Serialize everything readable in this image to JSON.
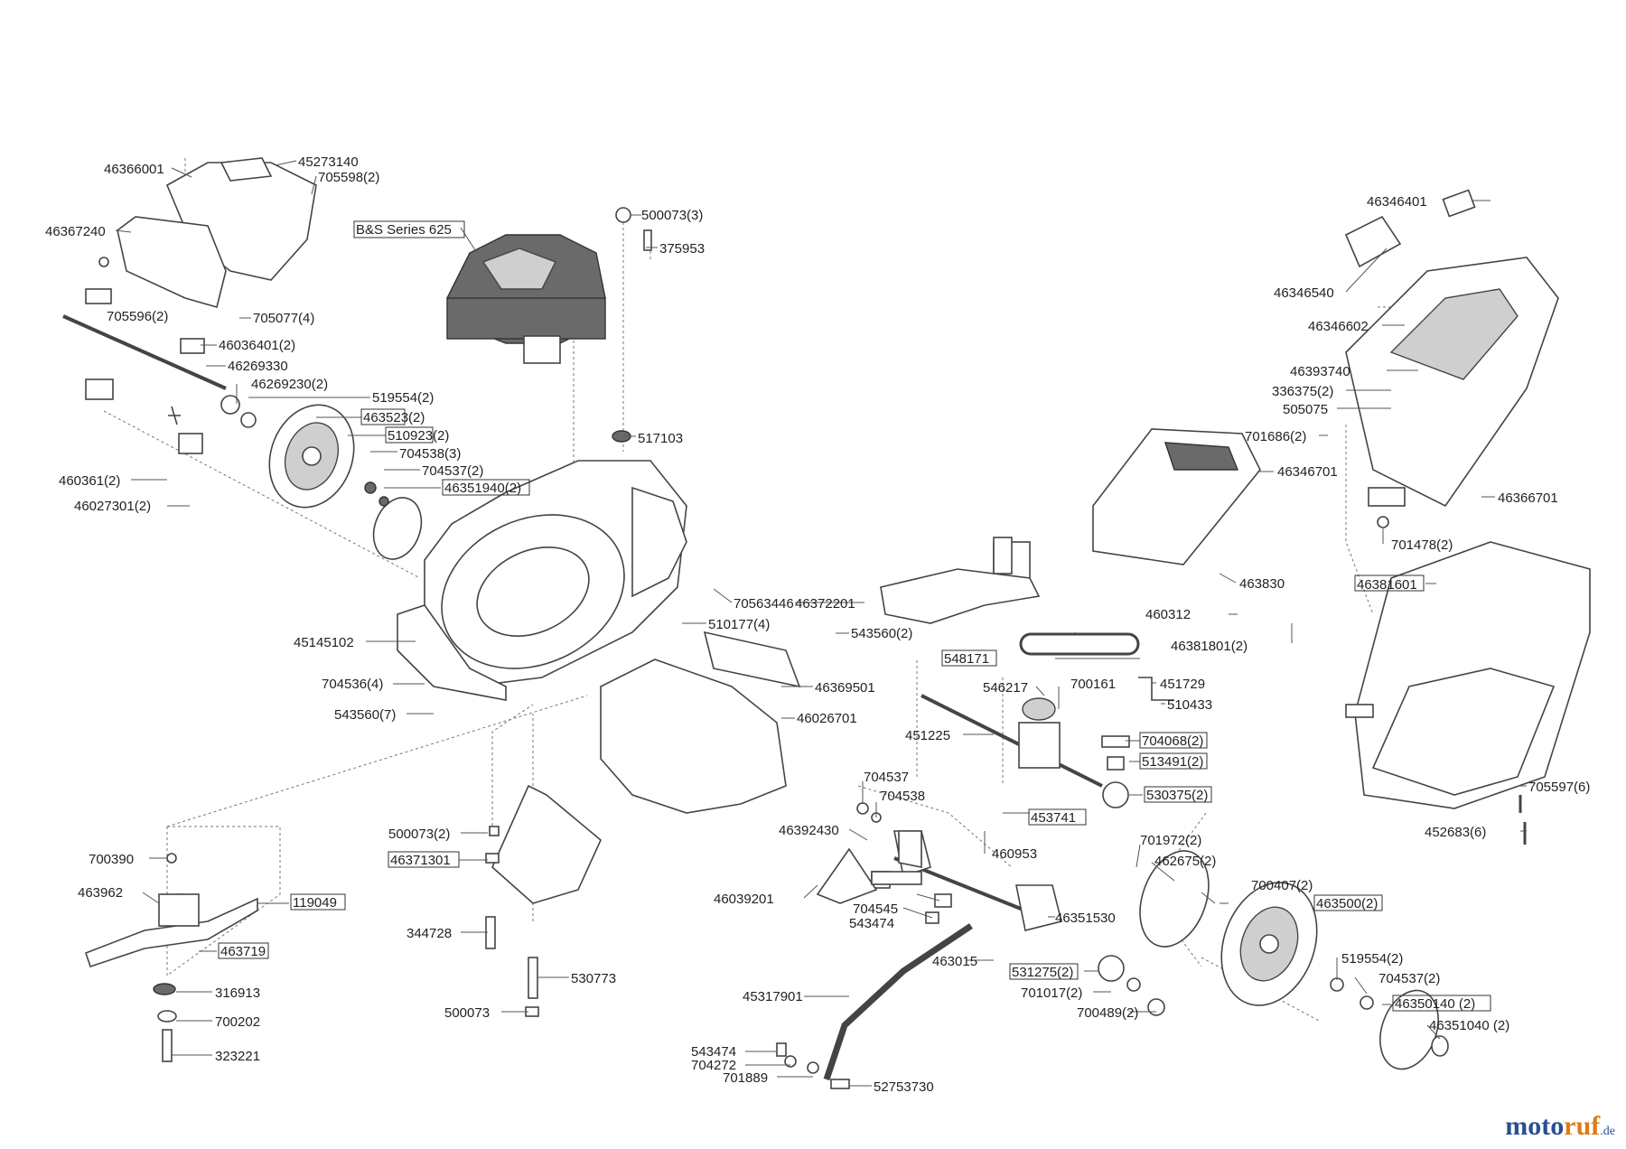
{
  "diagram": {
    "engine_label": "B&S Series 625",
    "labels": {
      "p46366001": "46366001",
      "p45273140": "45273140",
      "p705598": "705598(2)",
      "p46367240": "46367240",
      "p500073_3": "500073(3)",
      "p375953": "375953",
      "p705596": "705596(2)",
      "p705077": "705077(4)",
      "p46036401": "46036401(2)",
      "p46269330": "46269330",
      "p46269230": "46269230(2)",
      "p519554a": "519554(2)",
      "p463523": "463523(2)",
      "p510923": "510923(2)",
      "p704538_3": "704538(3)",
      "p704537a": "704537(2)",
      "p46351940": "46351940(2)",
      "p460361": "460361(2)",
      "p46027301": "46027301(2)",
      "p517103": "517103",
      "p70563446": "70563446",
      "p46372201": "46372201",
      "p510177": "510177(4)",
      "p543560_2": "543560(2)",
      "p45145102": "45145102",
      "p704536": "704536(4)",
      "p543560_7": "543560(7)",
      "p46369501": "46369501",
      "p46026701": "46026701",
      "p46346401": "46346401",
      "p46346540": "46346540",
      "p46346602": "46346602",
      "p46393740": "46393740",
      "p336375": "336375(2)",
      "p505075": "505075",
      "p701686": "701686(2)",
      "p46346701": "46346701",
      "p46366701": "46366701",
      "p701478": "701478(2)",
      "p463830": "463830",
      "p46381601": "46381601",
      "p460312": "460312",
      "p46381801": "46381801(2)",
      "p548171": "548171",
      "p546217": "546217",
      "p700161": "700161",
      "p451729": "451729",
      "p510433": "510433",
      "p451225": "451225",
      "p704068": "704068(2)",
      "p513491": "513491(2)",
      "p530375": "530375(2)",
      "p453741": "453741",
      "p460953": "460953",
      "p705597": "705597(6)",
      "p452683": "452683(6)",
      "p704537b": "704537",
      "p704538": "704538",
      "p46392430": "46392430",
      "p701972": "701972(2)",
      "p462675": "462675(2)",
      "p700407": "700407(2)",
      "p463500": "463500(2)",
      "p46039201": "46039201",
      "p704545": "704545",
      "p543474a": "543474",
      "p46351530": "46351530",
      "p463015": "463015",
      "p531275": "531275(2)",
      "p701017": "701017(2)",
      "p700489": "700489(2)",
      "p519554b": "519554(2)",
      "p704537c": "704537(2)",
      "p46350140": "46350140 (2)",
      "p46351040": "46351040 (2)",
      "p45317901": "45317901",
      "p543474b": "543474",
      "p704272": "704272",
      "p701889": "701889",
      "p52753730": "52753730",
      "p500073_2": "500073(2)",
      "p46371301": "46371301",
      "p344728": "344728",
      "p530773": "530773",
      "p500073": "500073",
      "p700390": "700390",
      "p463962": "463962",
      "p119049": "119049",
      "p463719": "463719",
      "p316913": "316913",
      "p700202": "700202",
      "p323221": "323221"
    }
  },
  "watermark": {
    "part1": "moto",
    "part2": "ruf",
    "suffix": ".de"
  }
}
